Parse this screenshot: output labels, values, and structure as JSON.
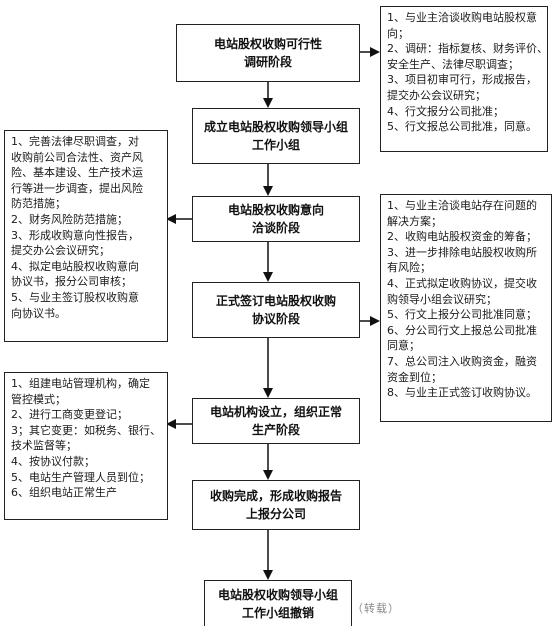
{
  "stages": [
    {
      "id": "s1",
      "lines": [
        "电站股权收购可行性",
        "调研阶段"
      ]
    },
    {
      "id": "s2",
      "lines": [
        "成立电站股权收购领导小组",
        "工作小组"
      ]
    },
    {
      "id": "s3",
      "lines": [
        "电站股权收购意向",
        "洽谈阶段"
      ]
    },
    {
      "id": "s4",
      "lines": [
        "正式签订电站股权收购",
        "协议阶段"
      ]
    },
    {
      "id": "s5",
      "lines": [
        "电站机构设立，组织正常",
        "生产阶段"
      ]
    },
    {
      "id": "s6",
      "lines": [
        "收购完成，形成收购报告",
        "上报分公司"
      ]
    },
    {
      "id": "s7",
      "lines": [
        "电站股权收购领导小组",
        "工作小组撤销"
      ]
    }
  ],
  "notes": [
    {
      "id": "n1",
      "attached_to": "s1",
      "side": "right",
      "lines": [
        "1、与业主洽谈收购电站股权意",
        "向；",
        "2、调研：指标复核、财务评价、",
        "安全生产、法律尽职调查；",
        "3、项目初审可行，形成报告，",
        "提交办公会议研究；",
        "4、行文报分公司批准；",
        "5、行文报总公司批准，同意。"
      ]
    },
    {
      "id": "n2",
      "attached_to": "s3",
      "side": "left",
      "lines": [
        "1、完善法律尽职调查，对",
        "收购前公司合法性、资产风",
        "险、基本建设、生产技术运",
        "行等进一步调查，提出风险",
        "防范措施；",
        "2、财务风险防范措施；",
        "3、形成收购意向性报告，",
        "提交办公会议研究；",
        "4、拟定电站股权收购意向",
        "协议书，报分公司审核；",
        "5、与业主签订股权收购意",
        "向协议书。"
      ]
    },
    {
      "id": "n3",
      "attached_to": "s4",
      "side": "right",
      "lines": [
        "1、与业主洽谈电站存在问题的",
        "解决方案；",
        "2、收购电站股权资金的筹备；",
        "3、进一步排除电站股权收购所",
        "有风险；",
        "4、正式拟定收购协议，提交收",
        "购领导小组会议研究；",
        "5、行文上报分公司批准同意；",
        "6、分公司行文上报总公司批准",
        "同意；",
        "7、总公司注入收购资金，融资",
        "资金到位；",
        "8、与业主正式签订收购协议。"
      ]
    },
    {
      "id": "n4",
      "attached_to": "s5",
      "side": "left",
      "lines": [
        "1、组建电站管理机构，确定",
        "管控模式；",
        "2、进行工商变更登记；",
        "3；其它变更：如税务、银行、",
        "技术监督等；",
        "4、按协议付款；",
        "5、电站生产管理人员到位；",
        "6、组织电站正常生产"
      ]
    }
  ],
  "footer_caption": "（转载）"
}
